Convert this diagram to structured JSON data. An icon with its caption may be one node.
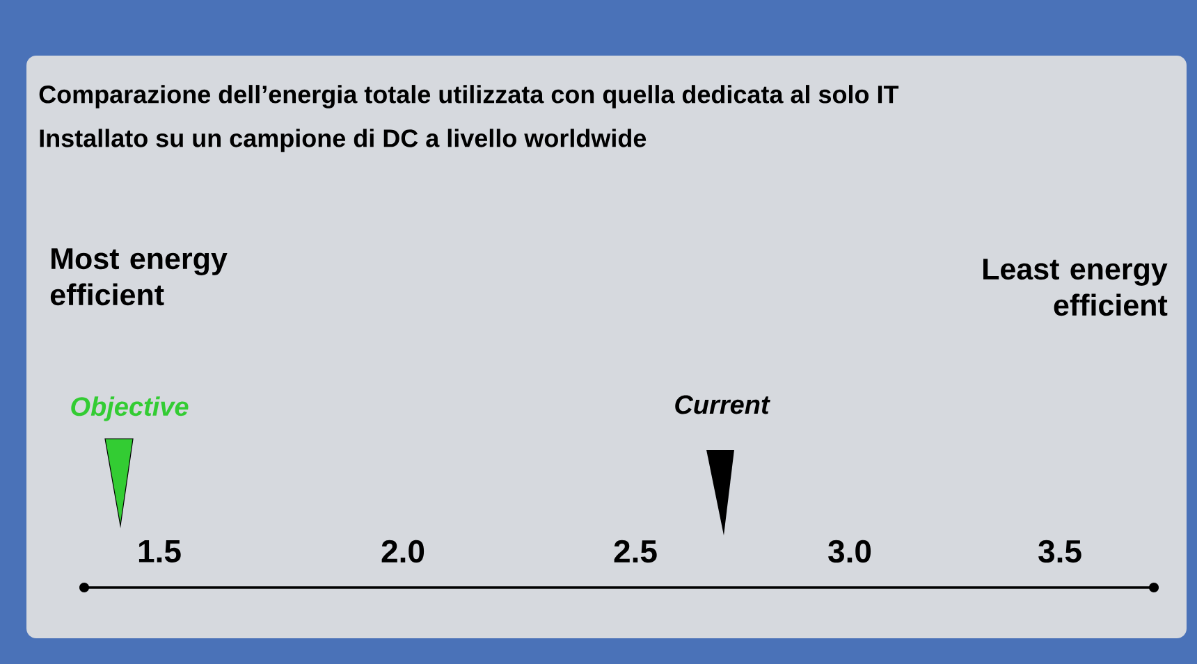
{
  "diagram": {
    "title": "Comparazione dell’energia totale utilizzata con quella dedicata al solo IT",
    "labels": [
      "Installato su un campione di DC a livello worldwide",
      "Most energy efficient",
      "Least energy efficient",
      "Objective",
      "Current",
      "1.5",
      "2.0",
      "2.5",
      "3.0",
      "3.5"
    ]
  }
}
